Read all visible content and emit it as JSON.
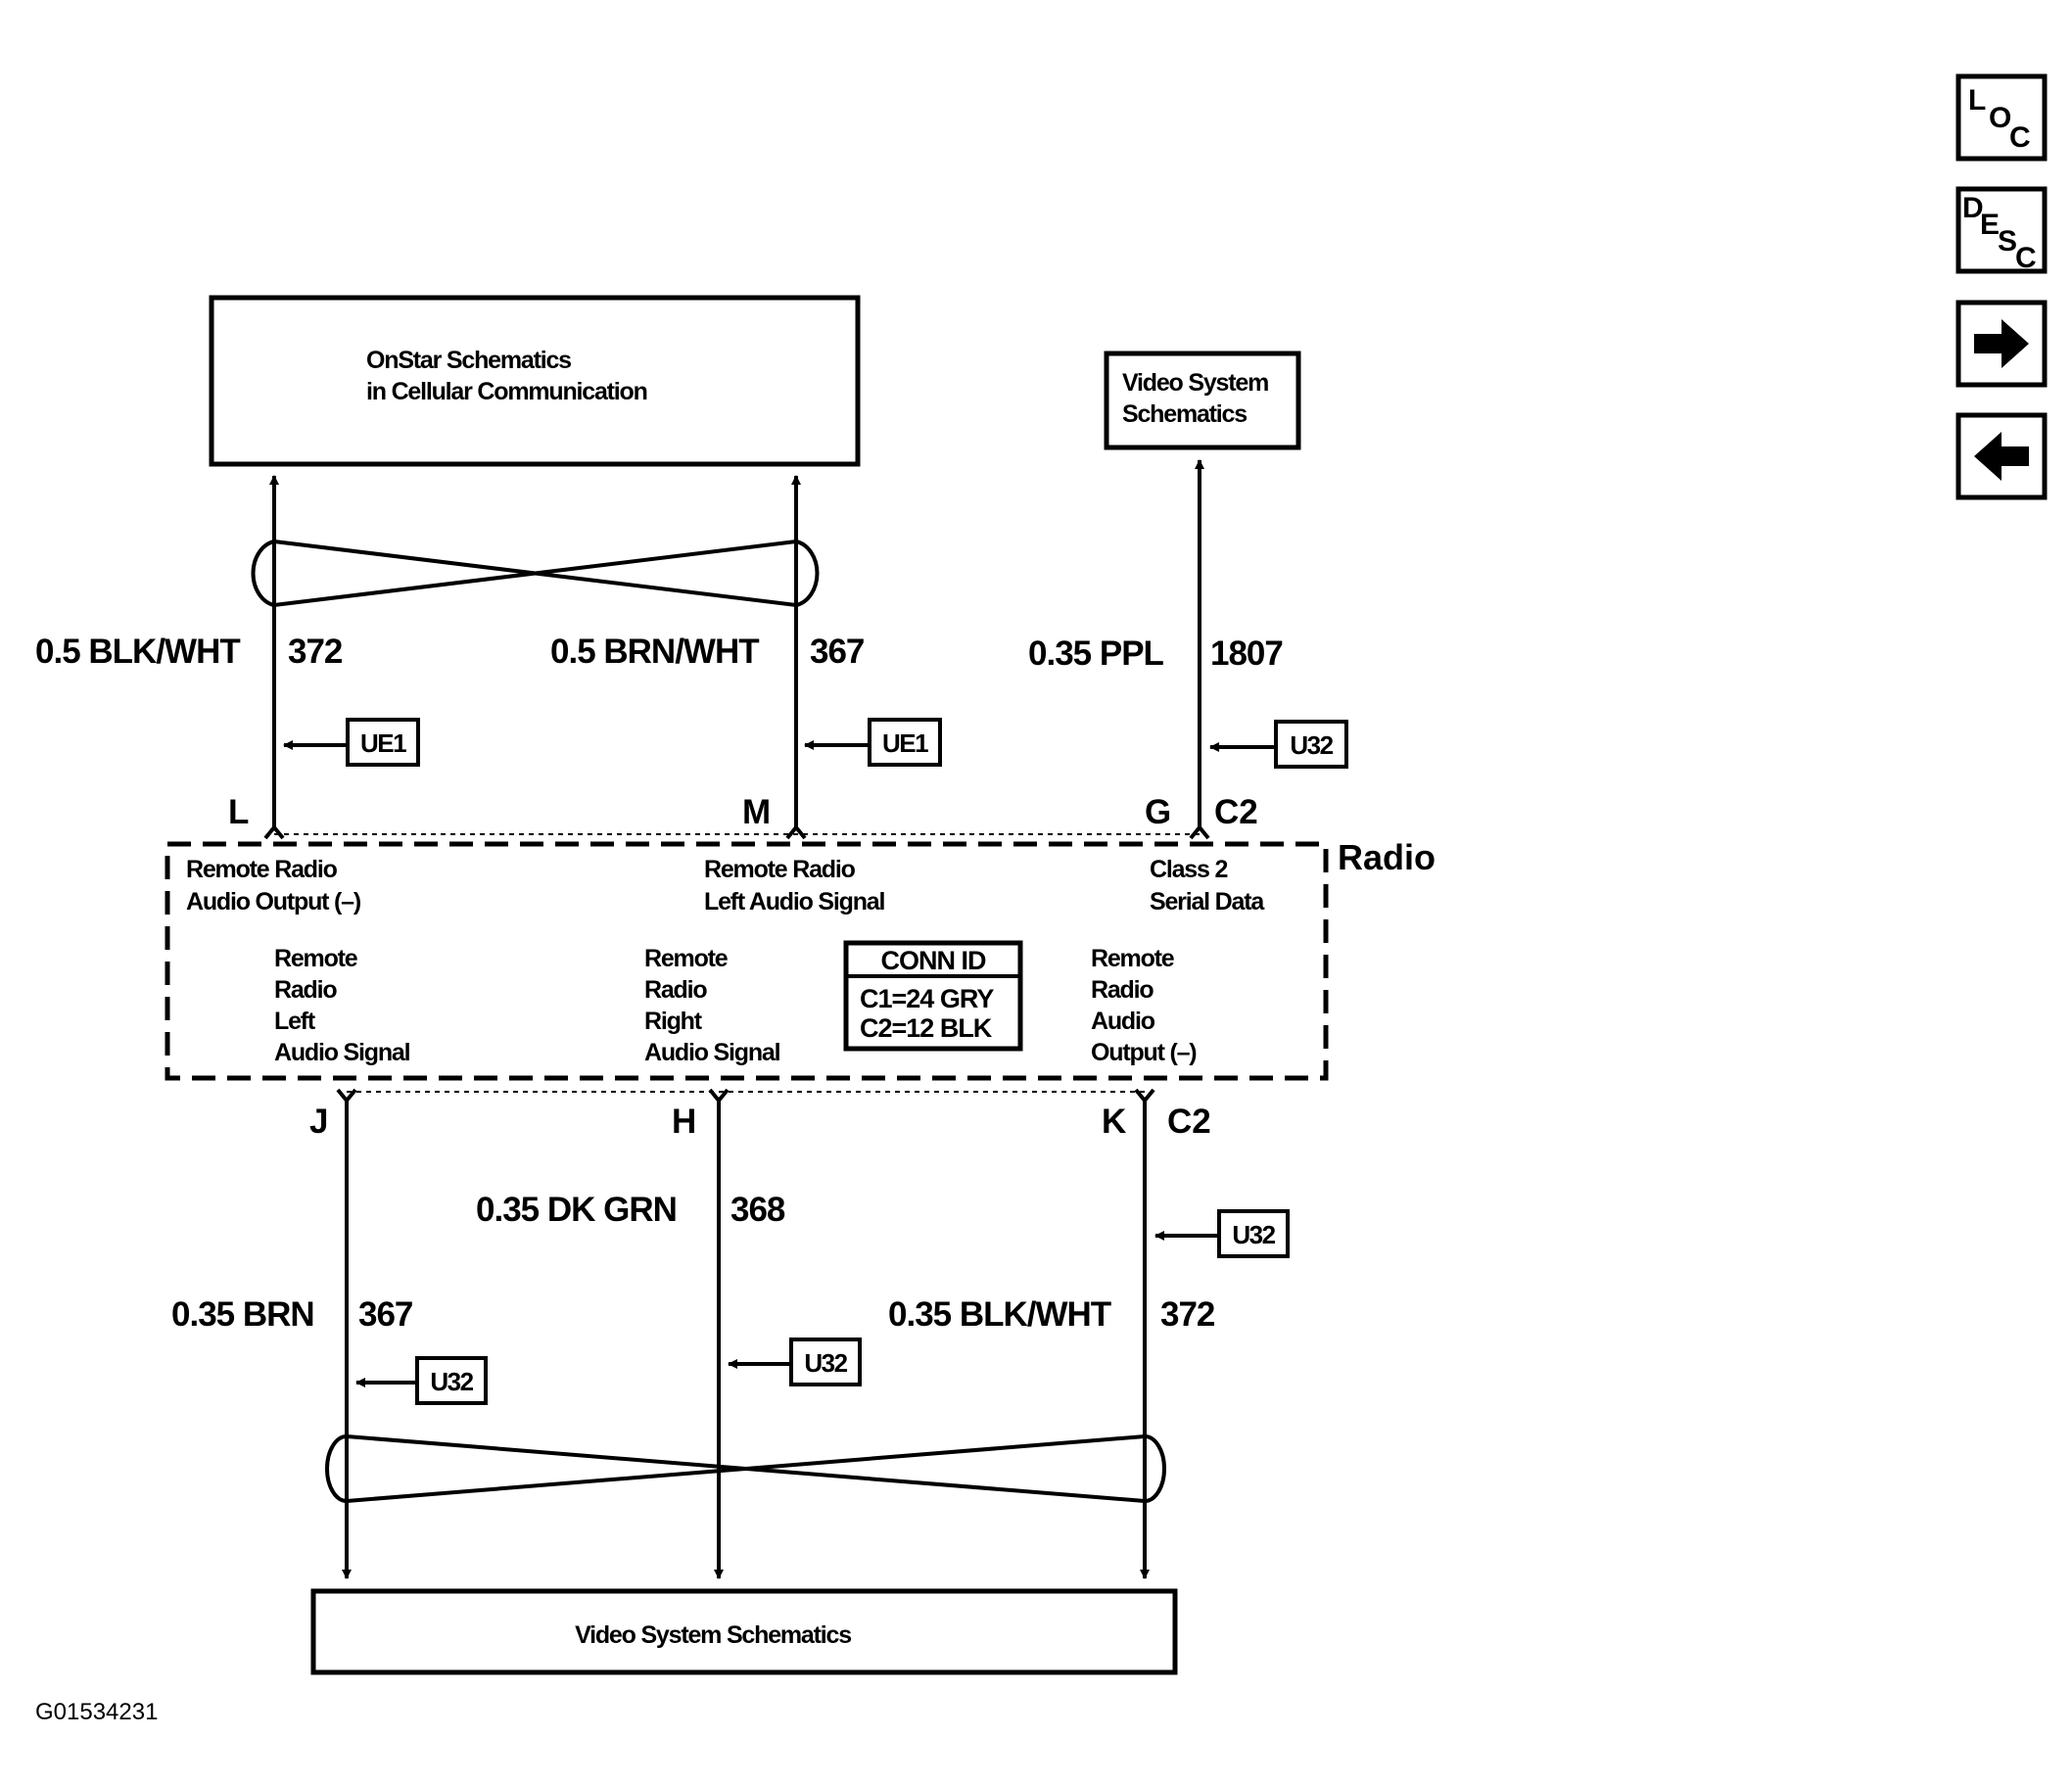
{
  "boxes": {
    "onstar": [
      "OnStar Schematics",
      "in Cellular Communication"
    ],
    "video_top": [
      "Video System",
      "Schematics"
    ],
    "video_bottom": "Video System Schematics"
  },
  "radio": {
    "label": "Radio",
    "conn_id": {
      "title": "CONN ID",
      "lines": [
        "C1=24 GRY",
        "C2=12 BLK"
      ]
    },
    "top_terminals": [
      {
        "pin": "L",
        "desc": [
          "Remote Radio",
          "Audio Output (–)"
        ]
      },
      {
        "pin": "M",
        "desc": [
          "Remote Radio",
          "Left Audio Signal"
        ]
      },
      {
        "pin": "G",
        "connector": "C2",
        "desc": [
          "Class 2",
          "Serial Data"
        ]
      }
    ],
    "bottom_terminals": [
      {
        "pin": "J",
        "desc": [
          "Remote",
          "Radio",
          "Left",
          "Audio Signal"
        ]
      },
      {
        "pin": "H",
        "desc": [
          "Remote",
          "Radio",
          "Right",
          "Audio Signal"
        ]
      },
      {
        "pin": "K",
        "connector": "C2",
        "desc": [
          "Remote",
          "Radio",
          "Audio",
          "Output (–)"
        ]
      }
    ]
  },
  "wires": {
    "top": [
      {
        "gauge_color": "0.5 BLK/WHT",
        "circuit": "372",
        "option": "UE1"
      },
      {
        "gauge_color": "0.5 BRN/WHT",
        "circuit": "367",
        "option": "UE1"
      },
      {
        "gauge_color": "0.35 PPL",
        "circuit": "1807",
        "option": "U32"
      }
    ],
    "bottom": [
      {
        "gauge_color": "0.35 BRN",
        "circuit": "367",
        "option": "U32"
      },
      {
        "gauge_color": "0.35 DK GRN",
        "circuit": "368",
        "option": "U32"
      },
      {
        "gauge_color": "0.35 BLK/WHT",
        "circuit": "372",
        "option": "U32"
      }
    ]
  },
  "figure_id": "G01534231",
  "nav": {
    "loc": [
      "L",
      "O",
      "C"
    ],
    "desc": [
      "D",
      "E",
      "S",
      "C"
    ],
    "next_icon": "right-arrow-icon",
    "prev_icon": "left-arrow-icon"
  }
}
